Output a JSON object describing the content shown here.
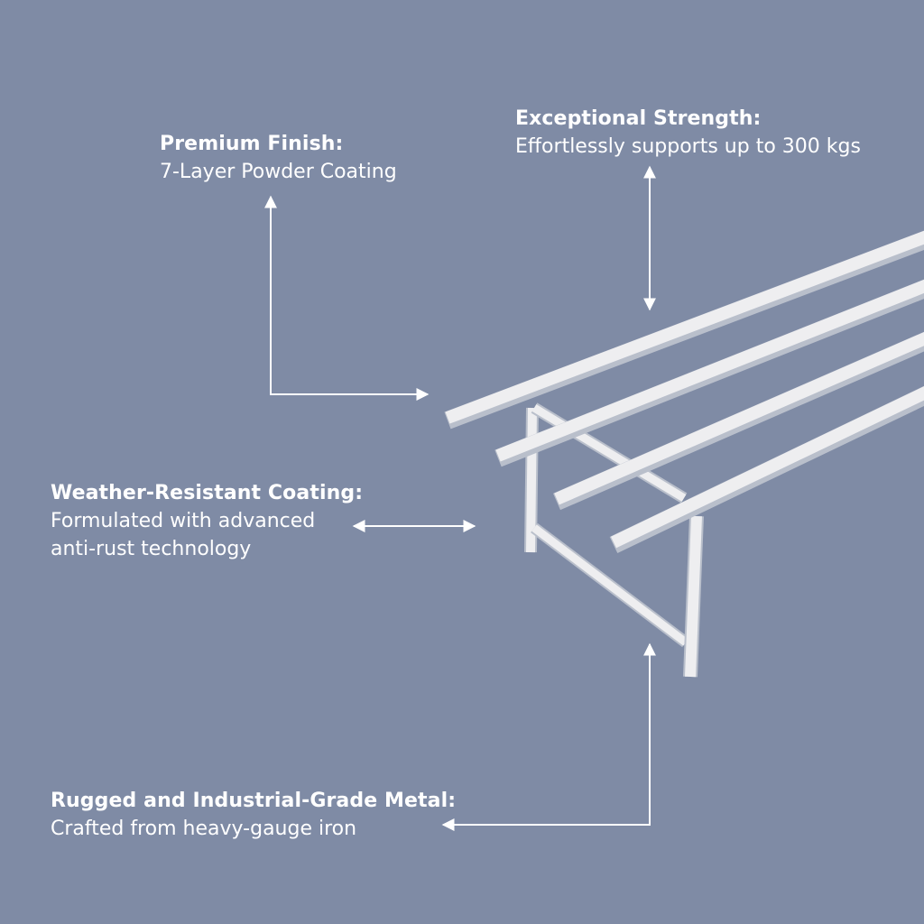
{
  "colors": {
    "background": "#7f8ba5",
    "text": "#ffffff",
    "rack": "#eeeef0",
    "rack_shadow": "#b9bfcb"
  },
  "callouts": {
    "premium": {
      "title": "Premium Finish:",
      "desc": "7-Layer Powder Coating"
    },
    "strength": {
      "title": "Exceptional Strength:",
      "desc": "Effortlessly supports up to 300 kgs"
    },
    "weather": {
      "title": "Weather-Resistant Coating:",
      "desc": "Formulated with advanced anti-rust technology"
    },
    "rugged": {
      "title": "Rugged and Industrial-Grade Metal:",
      "desc": "Crafted from heavy-gauge iron"
    }
  }
}
